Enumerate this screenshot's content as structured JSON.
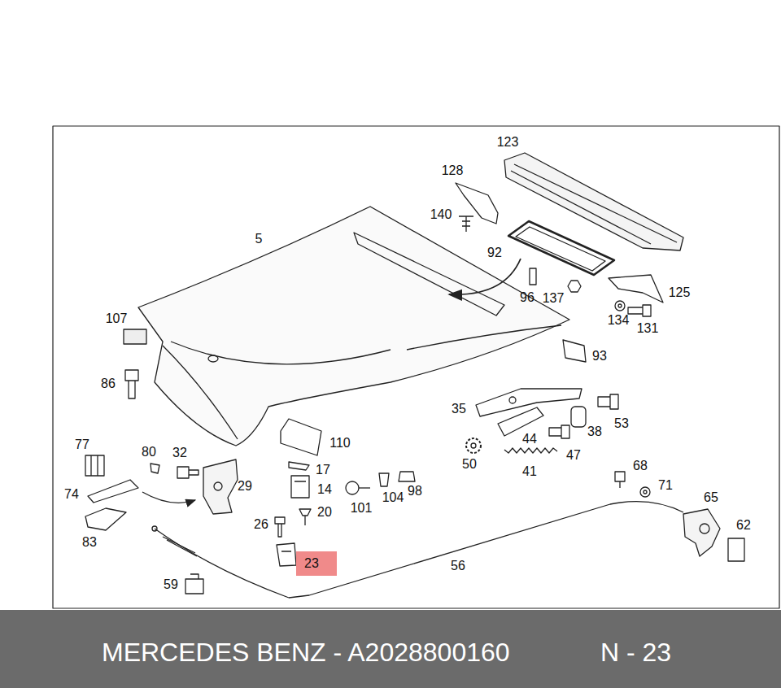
{
  "diagram": {
    "nodes": [
      {
        "text": [
          "MERCEDES BENZ - A2028800160",
          "N - 23"
        ]
      },
      {
        "text": [
          "23"
        ]
      }
    ],
    "labels": [
      "123",
      "128",
      "140",
      "5",
      "92",
      "96",
      "137",
      "125",
      "134",
      "131",
      "107",
      "93",
      "86",
      "35",
      "53",
      "38",
      "110",
      "44",
      "77",
      "80",
      "32",
      "47",
      "50",
      "17",
      "41",
      "68",
      "29",
      "71",
      "98",
      "14",
      "74",
      "104",
      "65",
      "101",
      "20",
      "26",
      "62",
      "83",
      "56",
      "59"
    ]
  }
}
